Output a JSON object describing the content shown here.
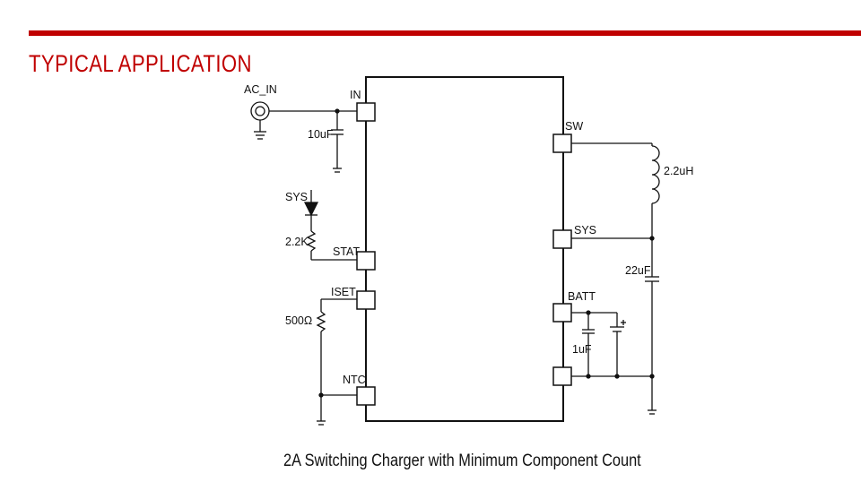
{
  "header": {
    "title": "TYPICAL APPLICATION",
    "bar_color": "#c00000",
    "title_color": "#c00000"
  },
  "schematic": {
    "labels": {
      "ac_in": "AC_IN",
      "pin_in": "IN",
      "cap_in": "10uF",
      "sys_led": "SYS",
      "res_stat": "2.2K",
      "pin_stat": "STAT",
      "pin_iset": "ISET",
      "res_iset": "500Ω",
      "pin_ntc": "NTC",
      "pin_sw": "SW",
      "inductor": "2.2uH",
      "pin_sys": "SYS",
      "cap_sys": "22uF",
      "pin_batt": "BATT",
      "cap_batt": "1uF"
    }
  },
  "caption": "2A Switching Charger with Minimum Component Count"
}
